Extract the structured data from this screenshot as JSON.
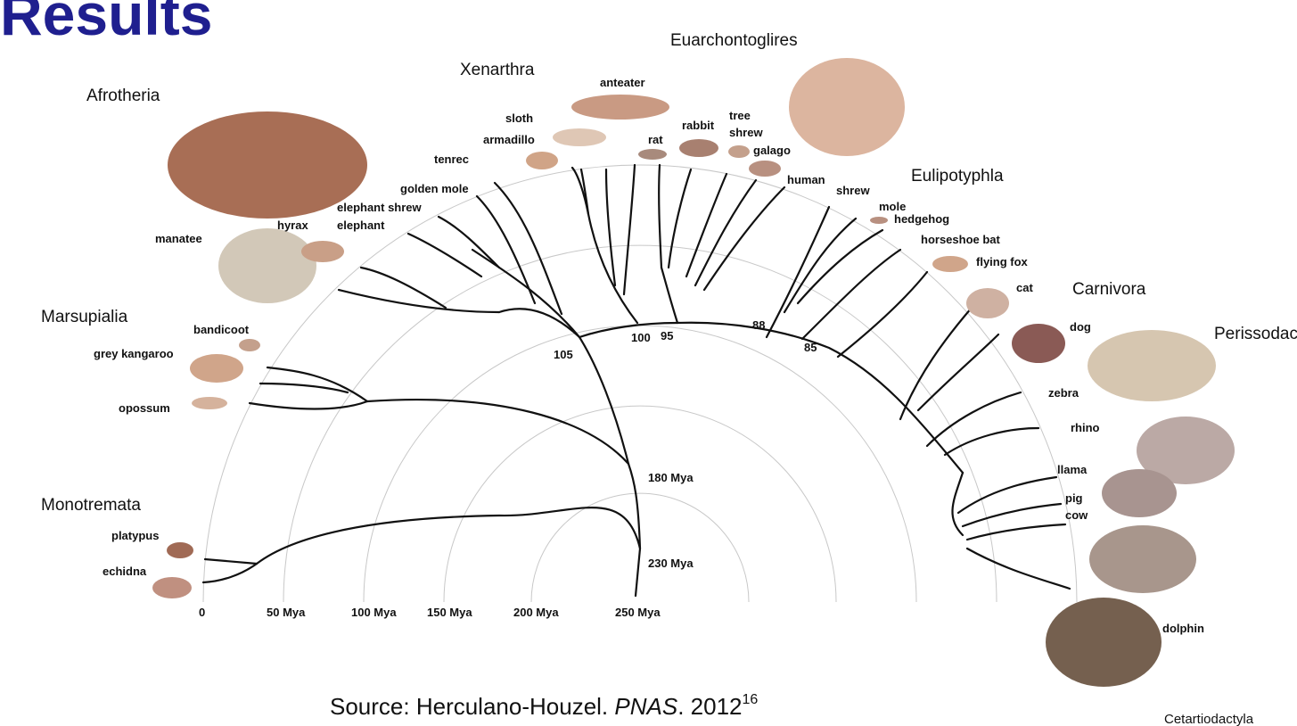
{
  "title": "Results",
  "source": {
    "prefix": "Source: Herculano-Houzel. ",
    "journal": "PNAS",
    "year": ". 2012",
    "ref": "16"
  },
  "clades": [
    "Afrotheria",
    "Xenarthra",
    "Euarchontoglires",
    "Eulipotyphla",
    "Marsupialia",
    "Carnivora",
    "Perissodactyla",
    "Monotremata",
    "Cetartiodactyla"
  ],
  "species": [
    "manatee",
    "hyrax",
    "elephant",
    "elephant shrew",
    "golden mole",
    "tenrec",
    "armadillo",
    "sloth",
    "anteater",
    "rat",
    "rabbit",
    "tree",
    "shrew",
    "galago",
    "human",
    "shrew",
    "mole",
    "hedgehog",
    "horseshoe bat",
    "flying fox",
    "cat",
    "dog",
    "zebra",
    "rhino",
    "llama",
    "pig",
    "cow",
    "dolphin",
    "bandicoot",
    "grey kangaroo",
    "opossum",
    "platypus",
    "echidna"
  ],
  "node_ages": [
    "105",
    "100",
    "95",
    "88",
    "85",
    "180 Mya",
    "230 Mya"
  ],
  "scale": [
    "0",
    "50 Mya",
    "100 Mya",
    "150 Mya",
    "200 Mya",
    "250 Mya"
  ],
  "colors": {
    "title": "#1f1f8f",
    "branch": "#111111",
    "grid": "#c8c8c8",
    "brain_light": "#d8b8a0",
    "brain_dark": "#8a5a48"
  }
}
